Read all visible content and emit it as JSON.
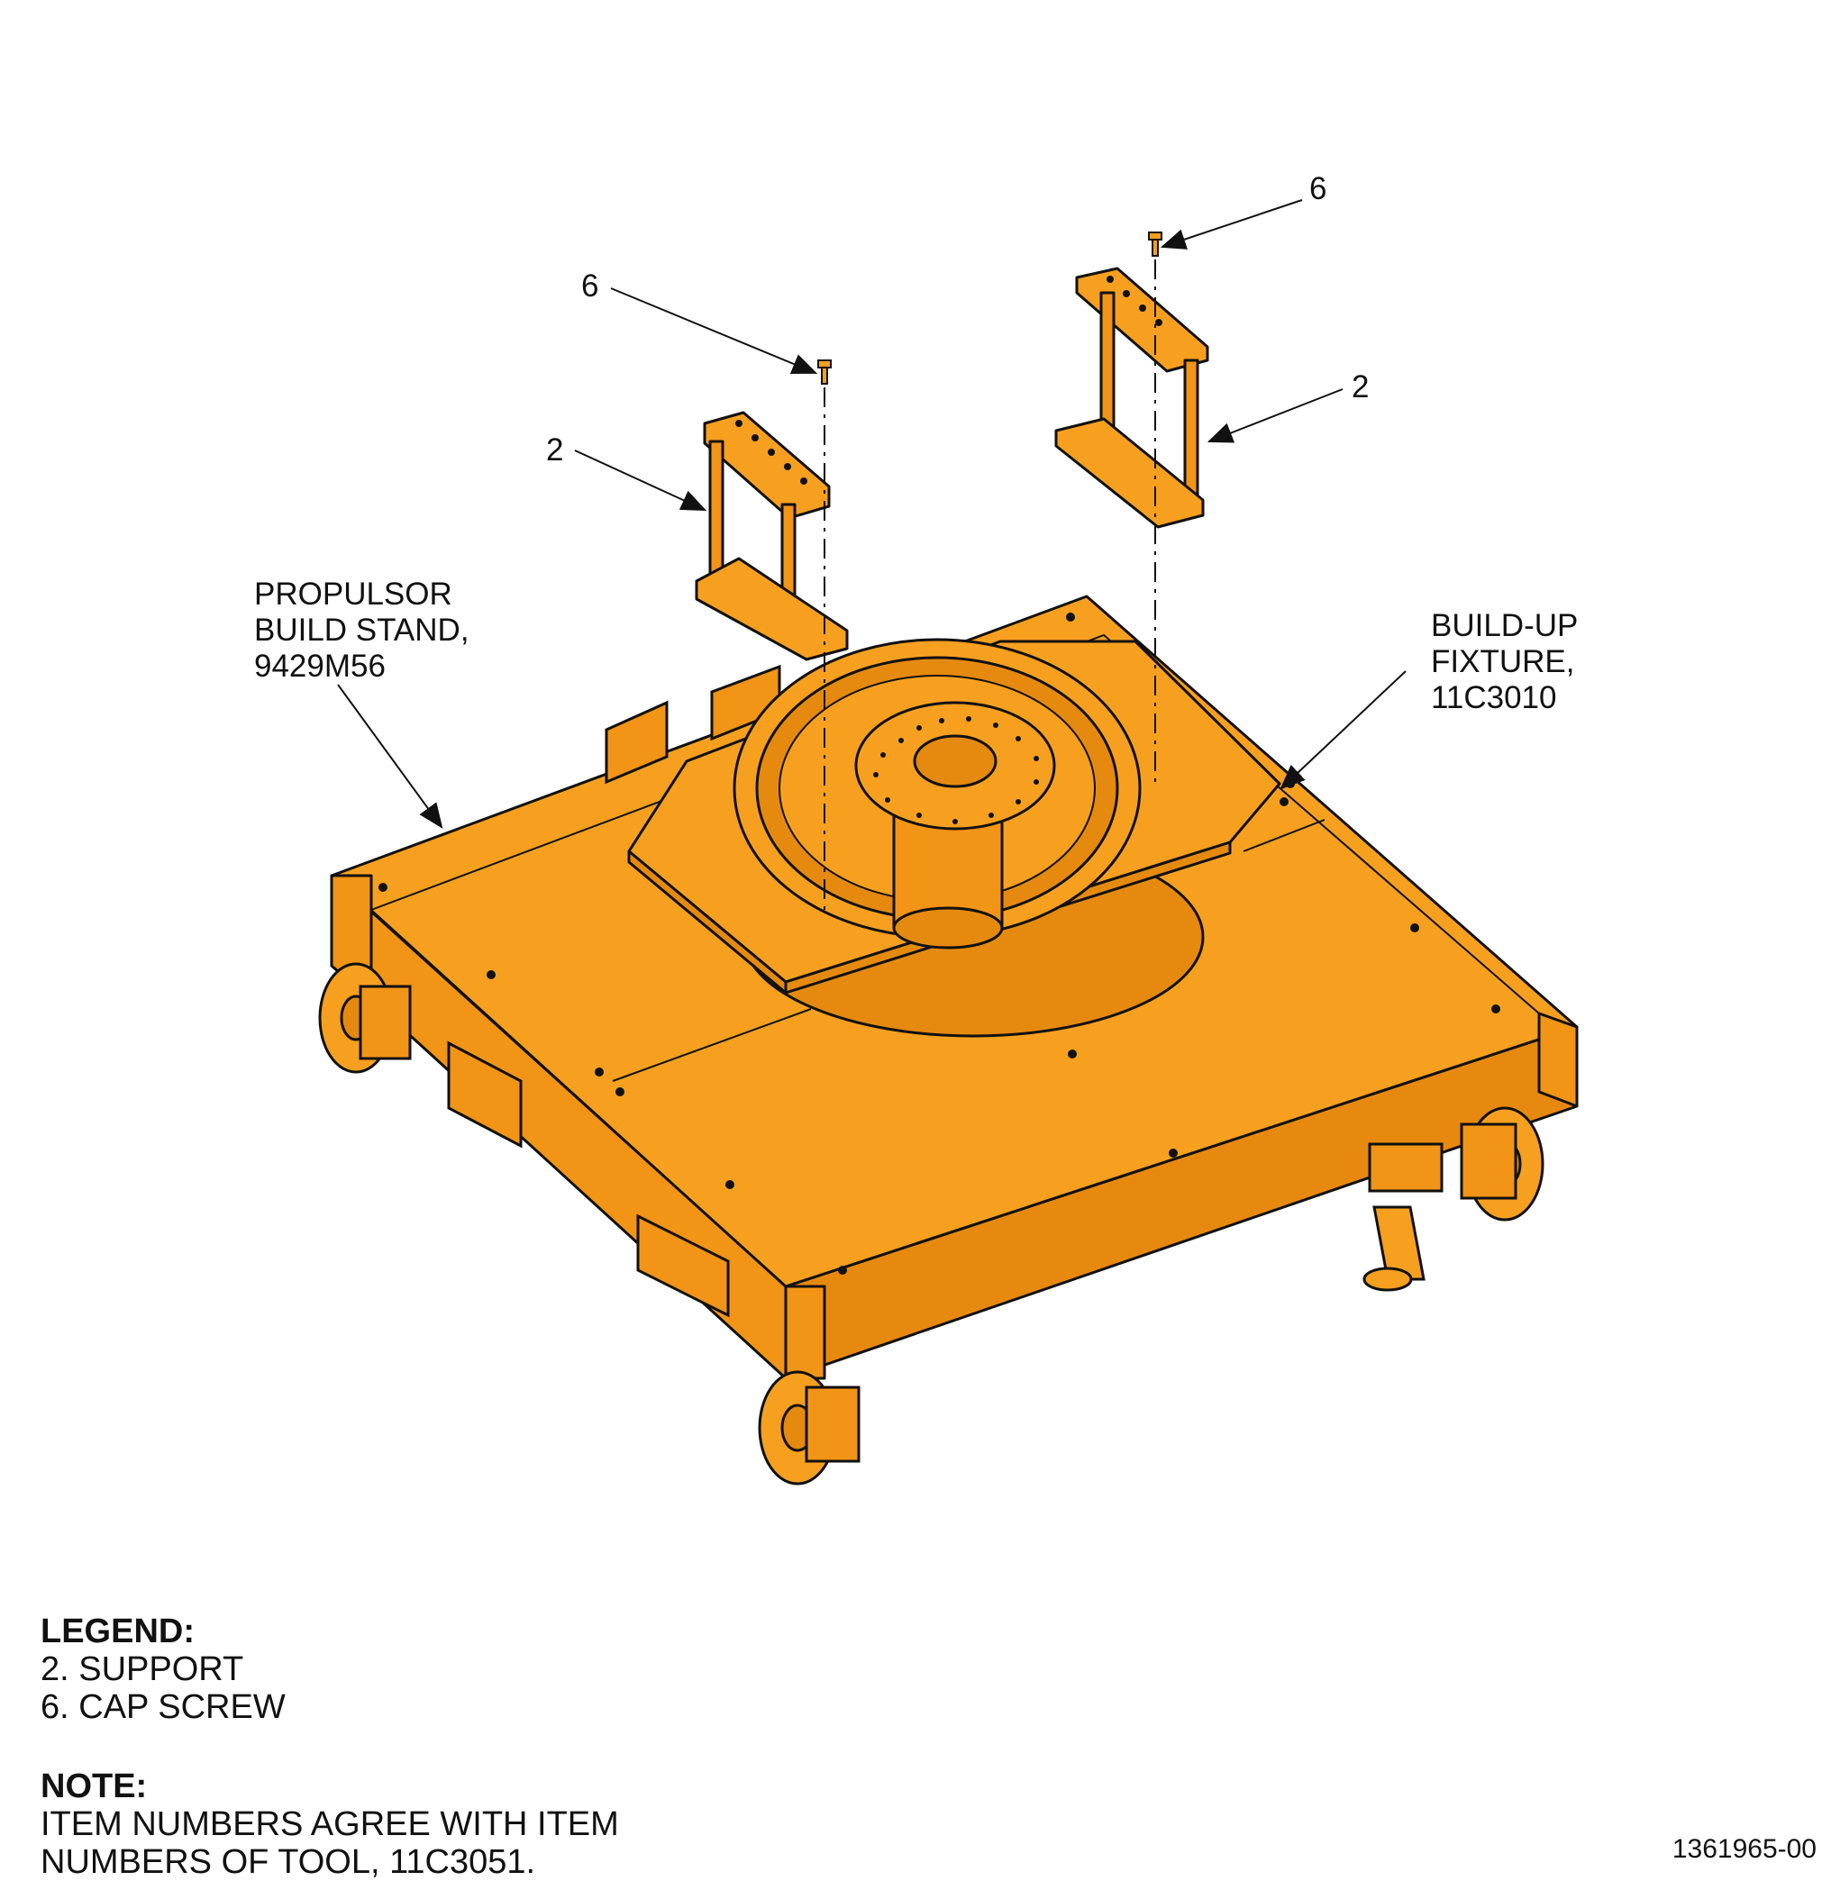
{
  "callouts": {
    "screw_left": "6",
    "screw_right": "6",
    "support_left": "2",
    "support_right": "2",
    "stand_line1": "PROPULSOR",
    "stand_line2": "BUILD STAND,",
    "stand_line3": "9429M56",
    "fixture_line1": "BUILD-UP",
    "fixture_line2": "FIXTURE,",
    "fixture_line3": "11C3010"
  },
  "legend": {
    "heading": "LEGEND:",
    "items": [
      "2. SUPPORT",
      "6. CAP SCREW"
    ]
  },
  "note": {
    "heading": "NOTE:",
    "line1": "ITEM NUMBERS AGREE WITH ITEM",
    "line2": "NUMBERS OF TOOL, 11C3051."
  },
  "figure_id": "1361965-00",
  "colors": {
    "part_fill": "#F7A020",
    "part_shade": "#E58A0E",
    "line": "#111111"
  }
}
